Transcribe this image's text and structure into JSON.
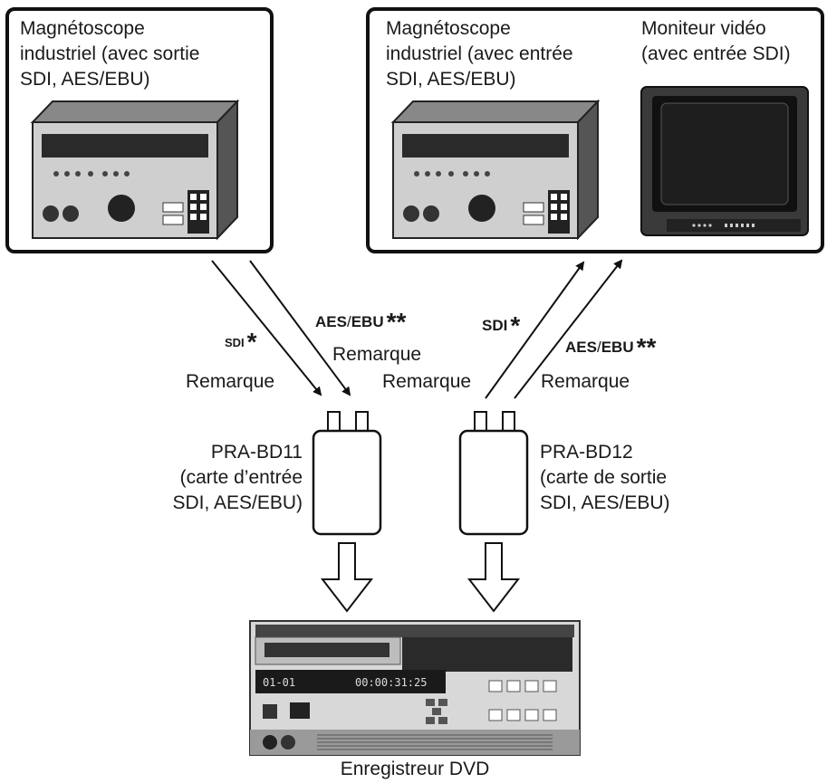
{
  "source_box": {
    "vtr_label": "Magnétoscope\nindustriel (avec sortie\nSDI, AES/EBU)"
  },
  "dest_box": {
    "vtr_label": "Magnétoscope\nindustriel (avec entrée\nSDI, AES/EBU)",
    "monitor_label": "Moniteur vidéo\n(avec entrée SDI)"
  },
  "signals": {
    "sdi": "SDI",
    "aes_ebu_a": "AES",
    "aes_ebu_sep": "/",
    "aes_ebu_b": "EBU",
    "star_one": "*",
    "star_two": "**",
    "remark": "Remarque"
  },
  "cards": {
    "input_card": "PRA-BD11\n(carte d’entrée\nSDI, AES/EBU)",
    "output_card": "PRA-BD12\n(carte de sortie\nSDI, AES/EBU)"
  },
  "recorder": {
    "label": "Enregistreur DVD",
    "time_left": "01-01",
    "time_right": "00:00:31:25"
  }
}
